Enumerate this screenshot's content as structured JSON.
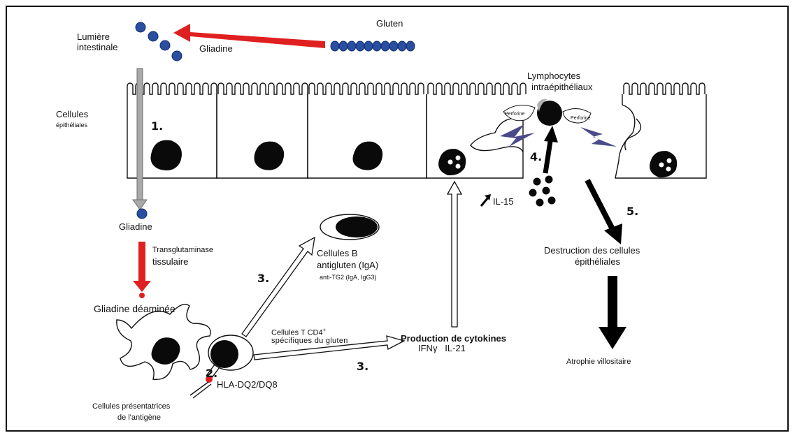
{
  "labels": {
    "gluten": "Gluten",
    "lumen_line1": "Lumière",
    "lumen_line2": "intestinale",
    "gliadine_top": "Gliadine",
    "cellules_line1": "Cellules",
    "cellules_line2": "épithéliales",
    "step1": "1.",
    "gliadine_mid": "Gliadine",
    "transglut_line1": "Transglutaminase",
    "transglut_line2": "tissulaire",
    "gliadine_deaminee": "Gliadine déaminée",
    "cpa_line1": "Cellules présentatrices",
    "cpa_line2": "de l'antigène",
    "step2": "2.",
    "hla": "HLA-DQ2/DQ8",
    "step3a": "3.",
    "step3b": "3.",
    "tcells_line1": "Cellules T CD4",
    "tcells_sup": "+",
    "tcells_line2": "spécifiques du gluten",
    "bcells_line1": "Cellules B",
    "bcells_line2": "antigluten (IgA)",
    "bcells_line3": "anti-TG2 (IgA, IgG3)",
    "cytokines_line1": "Production de cytokines",
    "cytokines_line2": "IFNγ   IL-21",
    "il15": "IL-15",
    "step4": "4.",
    "step5": "5.",
    "lympho_line1": "Lymphocytes",
    "lympho_line2": "intraépithéliaux",
    "perforine_left": "Perforine",
    "perforine_right": "Perforine",
    "destruction_line1": "Destruction des cellules",
    "destruction_line2": "épithéliales",
    "atrophie": "Atrophie villositaire"
  },
  "colors": {
    "gliadin_blue": "#2a4fa0",
    "red_arrow": "#e02020",
    "gray_arrow": "#a9a9a9",
    "nucleus": "#0a0a0a",
    "perforin": "#4a4a8a"
  }
}
